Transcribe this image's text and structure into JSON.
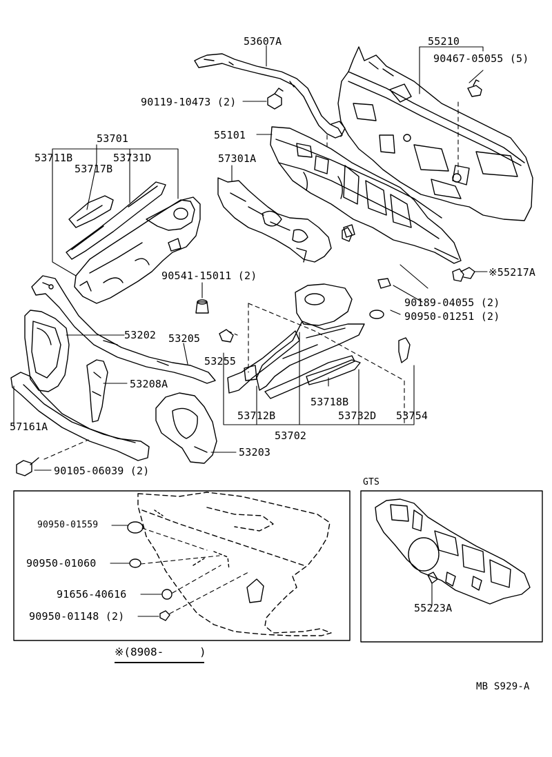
{
  "labels": {
    "p55210": "55210",
    "p53607A": "53607A",
    "p90467": "90467-05055 (5)",
    "p90119": "90119-10473 (2)",
    "p55101": "55101",
    "p53701": "53701",
    "p53711B": "53711B",
    "p53731D": "53731D",
    "p53717B": "53717B",
    "p57301A": "57301A",
    "p90541": "90541-15011 (2)",
    "p55217A": "※55217A",
    "p90189": "90189-04055 (2)",
    "p90950_01251": "90950-01251 (2)",
    "p53202": "53202",
    "p53205": "53205",
    "p53255": "53255",
    "p53208A": "53208A",
    "p53718B": "53718B",
    "p57161A": "57161A",
    "p53712B": "53712B",
    "p53732D": "53732D",
    "p53754": "53754",
    "p53702": "53702",
    "p53203": "53203",
    "p90105": "90105-06039 (2)",
    "gts": "GTS",
    "p90950_01559": "90950-01559",
    "p90950_01060": "90950-01060",
    "p91656": "91656-40616",
    "p90950_01148": "90950-01148 (2)",
    "p55223A": "55223A",
    "note": "※(8908-",
    "note_close": ")",
    "footer": "MB  S929-A"
  }
}
